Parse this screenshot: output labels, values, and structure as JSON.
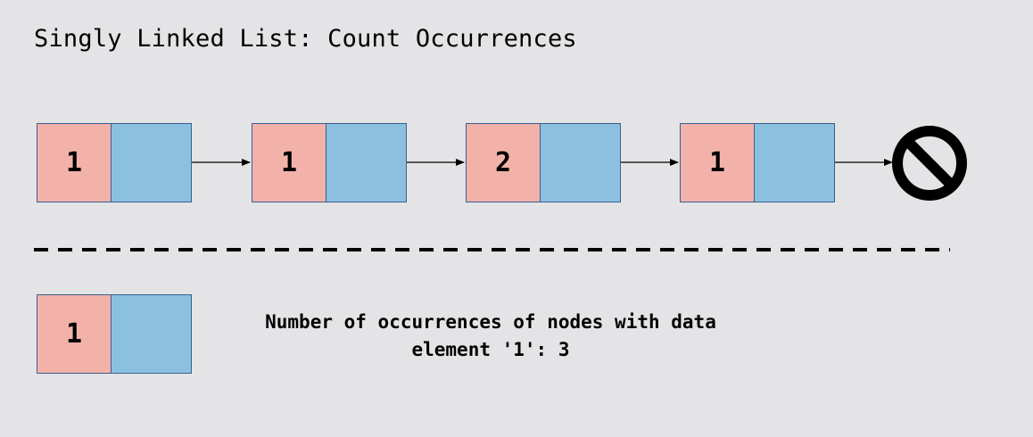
{
  "title": "Singly Linked List: Count Occurrences",
  "list": {
    "nodes": [
      {
        "value": "1"
      },
      {
        "value": "1"
      },
      {
        "value": "2"
      },
      {
        "value": "1"
      }
    ],
    "terminator_icon": "null-prohibited-icon"
  },
  "key_node": {
    "value": "1"
  },
  "result": {
    "line1": "Number of occurrences of nodes with data",
    "line2": "element '1': 3"
  },
  "colors": {
    "background": "#e4e3e6",
    "data_cell": "#f2b2aa",
    "pointer_cell": "#8bc1df",
    "border": "#3a5f8f"
  }
}
